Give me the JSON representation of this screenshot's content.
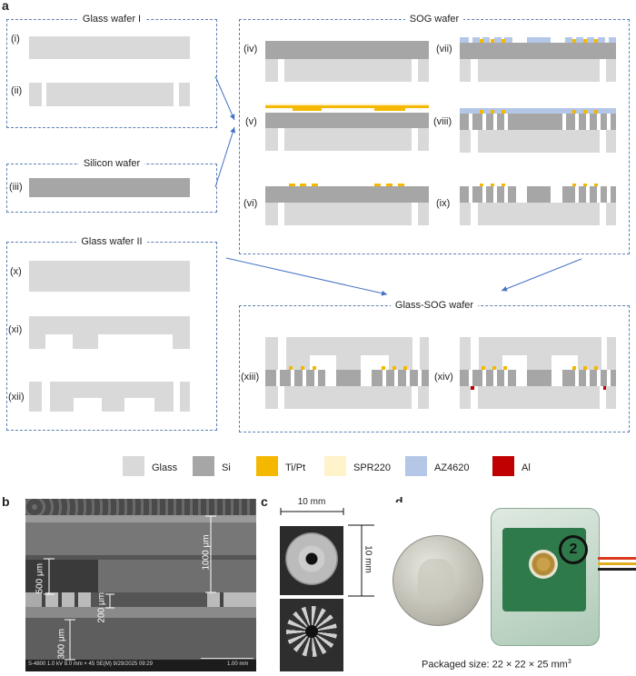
{
  "panels": {
    "a": "a",
    "b": "b",
    "c": "c",
    "d": "d"
  },
  "groups": {
    "glass_wafer_1": "Glass wafer I",
    "silicon_wafer": "Silicon wafer",
    "glass_wafer_2": "Glass wafer II",
    "sog_wafer": "SOG wafer",
    "glass_sog_wafer": "Glass-SOG wafer"
  },
  "steps": [
    "(i)",
    "(ii)",
    "(iii)",
    "(iv)",
    "(v)",
    "(vi)",
    "(vii)",
    "(viii)",
    "(ix)",
    "(x)",
    "(xi)",
    "(xii)",
    "(xiii)",
    "(xiv)"
  ],
  "legend": [
    {
      "label": "Glass",
      "color": "#d9d9d9"
    },
    {
      "label": "Si",
      "color": "#a6a6a6"
    },
    {
      "label": "Ti/Pt",
      "color": "#f5b800"
    },
    {
      "label": "SPR220",
      "color": "#fff3cc"
    },
    {
      "label": "AZ4620",
      "color": "#b4c7e7"
    },
    {
      "label": "Al",
      "color": "#c00000"
    }
  ],
  "sem": {
    "label_1000": "1000 μm",
    "label_500": "500 μm",
    "label_200": "200 μm",
    "label_300": "300 μm",
    "footer": "S-4800 1.0 kV 8.0 mm × 45 SE(M) 9/29/2025 09:29",
    "scale": "1.00 mm"
  },
  "chip": {
    "width": "10 mm",
    "height": "10 mm"
  },
  "package": {
    "caption": "Packaged size: 22 × 22 × 25 mm",
    "sup": "3"
  }
}
